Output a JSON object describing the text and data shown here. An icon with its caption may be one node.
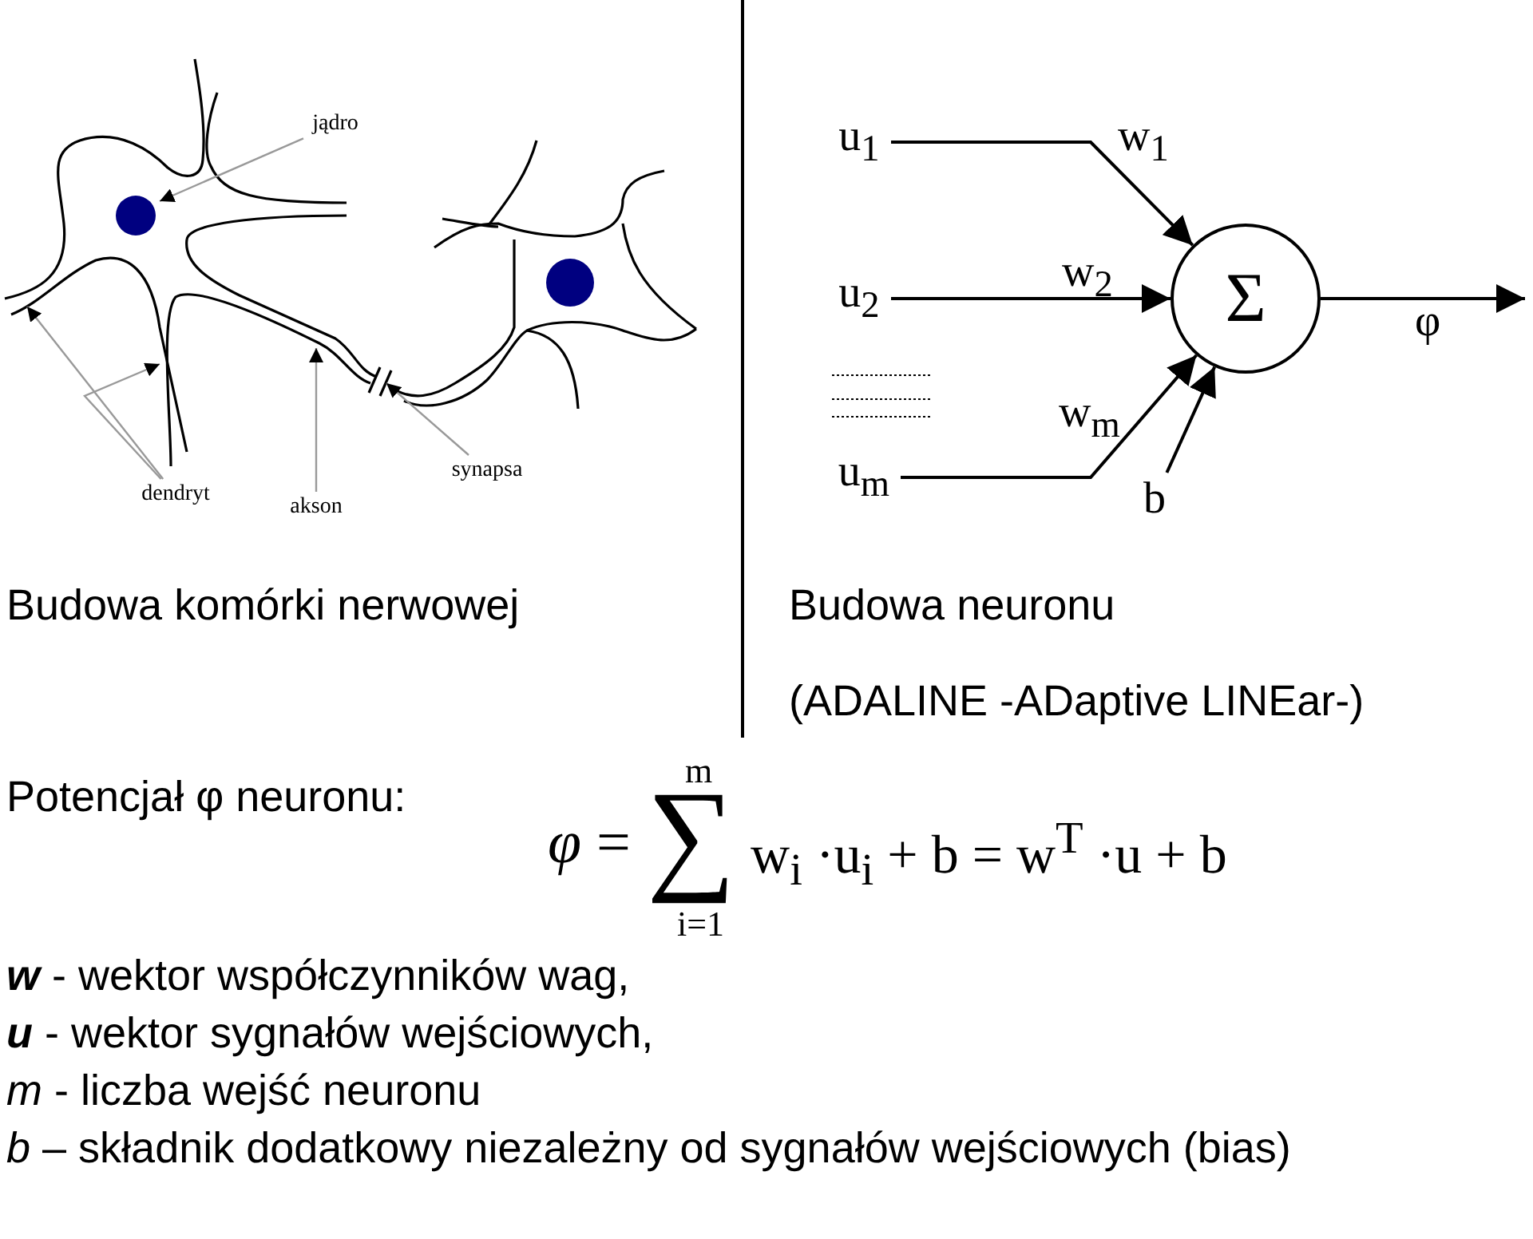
{
  "diagram": {
    "nodes": [
      {
        "text": [
          "jądro"
        ]
      },
      {
        "text": [
          "dendryt"
        ]
      },
      {
        "text": [
          "akson"
        ]
      },
      {
        "text": [
          "synapsa"
        ]
      },
      {
        "text": [
          "u$_{1}$"
        ]
      },
      {
        "text": [
          "u$_{2}$"
        ]
      },
      {
        "text": [
          "u$_{m}$"
        ]
      },
      {
        "text": [
          "Σ"
        ]
      },
      {
        "text": [
          "b"
        ]
      }
    ],
    "edges": [
      {
        "from": 0,
        "to": null,
        "arrow": "to",
        "color": "#999999"
      },
      {
        "from": 1,
        "to": null,
        "arrow": "to",
        "color": "#999999"
      },
      {
        "from": 1,
        "to": null,
        "arrow": "to",
        "color": "#999999"
      },
      {
        "from": 2,
        "to": null,
        "arrow": "to",
        "color": "#999999"
      },
      {
        "from": 3,
        "to": null,
        "arrow": "to",
        "color": "#999999"
      },
      {
        "from": 4,
        "to": 7,
        "arrow": "to",
        "label": "w$_{1}$",
        "color": "#000000"
      },
      {
        "from": 5,
        "to": 7,
        "arrow": "to",
        "label": "w$_{2}$",
        "color": "#000000"
      },
      {
        "from": 6,
        "to": 7,
        "arrow": "to",
        "label": "w$_{m}$",
        "color": "#000000"
      },
      {
        "from": 8,
        "to": 7,
        "arrow": "to",
        "color": "#000000"
      },
      {
        "from": 7,
        "to": null,
        "arrow": "to",
        "label": "φ",
        "color": "#000000"
      }
    ],
    "labels": [
      "Budowa komórki nerwowej",
      "Budowa neuronu",
      "(ADALINE -ADaptive LINEar-)",
      "Potencjał φ neuronu:",
      "m",
      "*φ* =",
      "∑",
      "w$_{i}$ ·u$_{i}$ + b = w$^{T}$ ·u + b",
      "i=1",
      "**w** - wektor współczynników wag,",
      "**u** - wektor sygnałów wejściowych,",
      "*m* - liczba wejść neuronu",
      "*b* – składnik dodatkowy niezależny od sygnałów wejściowych (bias)"
    ]
  }
}
